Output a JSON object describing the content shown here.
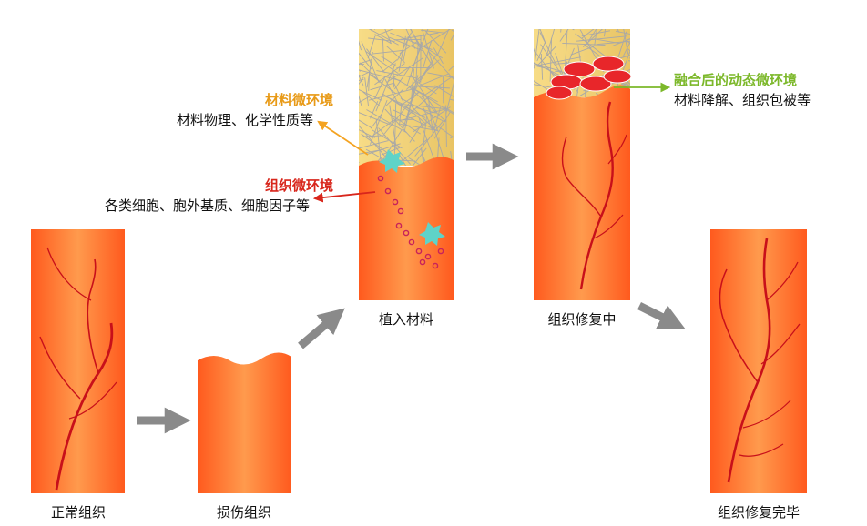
{
  "stages": [
    {
      "label": "正常组织"
    },
    {
      "label": "损伤组织"
    },
    {
      "label": "植入材料"
    },
    {
      "label": "组织修复中"
    },
    {
      "label": "组织修复完毕"
    }
  ],
  "annotations": {
    "material": {
      "title": "材料微环境",
      "detail": "材料物理、化学性质等"
    },
    "tissue": {
      "title": "组织微环境",
      "detail": "各类细胞、胞外基质、细胞因子等"
    },
    "dynamic": {
      "title": "融合后的动态微环境",
      "detail": "材料降解、组织包被等"
    }
  },
  "colors": {
    "tissue_light": "#ff9a4d",
    "tissue_dark": "#ff5a1e",
    "vessel": "#c8101a",
    "material": "#f1d27a",
    "fiber": "#a8a8a8",
    "cell": "#5fd3c8",
    "dot": "#c8235a",
    "arrow_gray": "#8a8a8a",
    "material_arrow": "#f4a321",
    "tissue_arrow": "#d8261c",
    "dynamic_arrow": "#7cb82a"
  }
}
